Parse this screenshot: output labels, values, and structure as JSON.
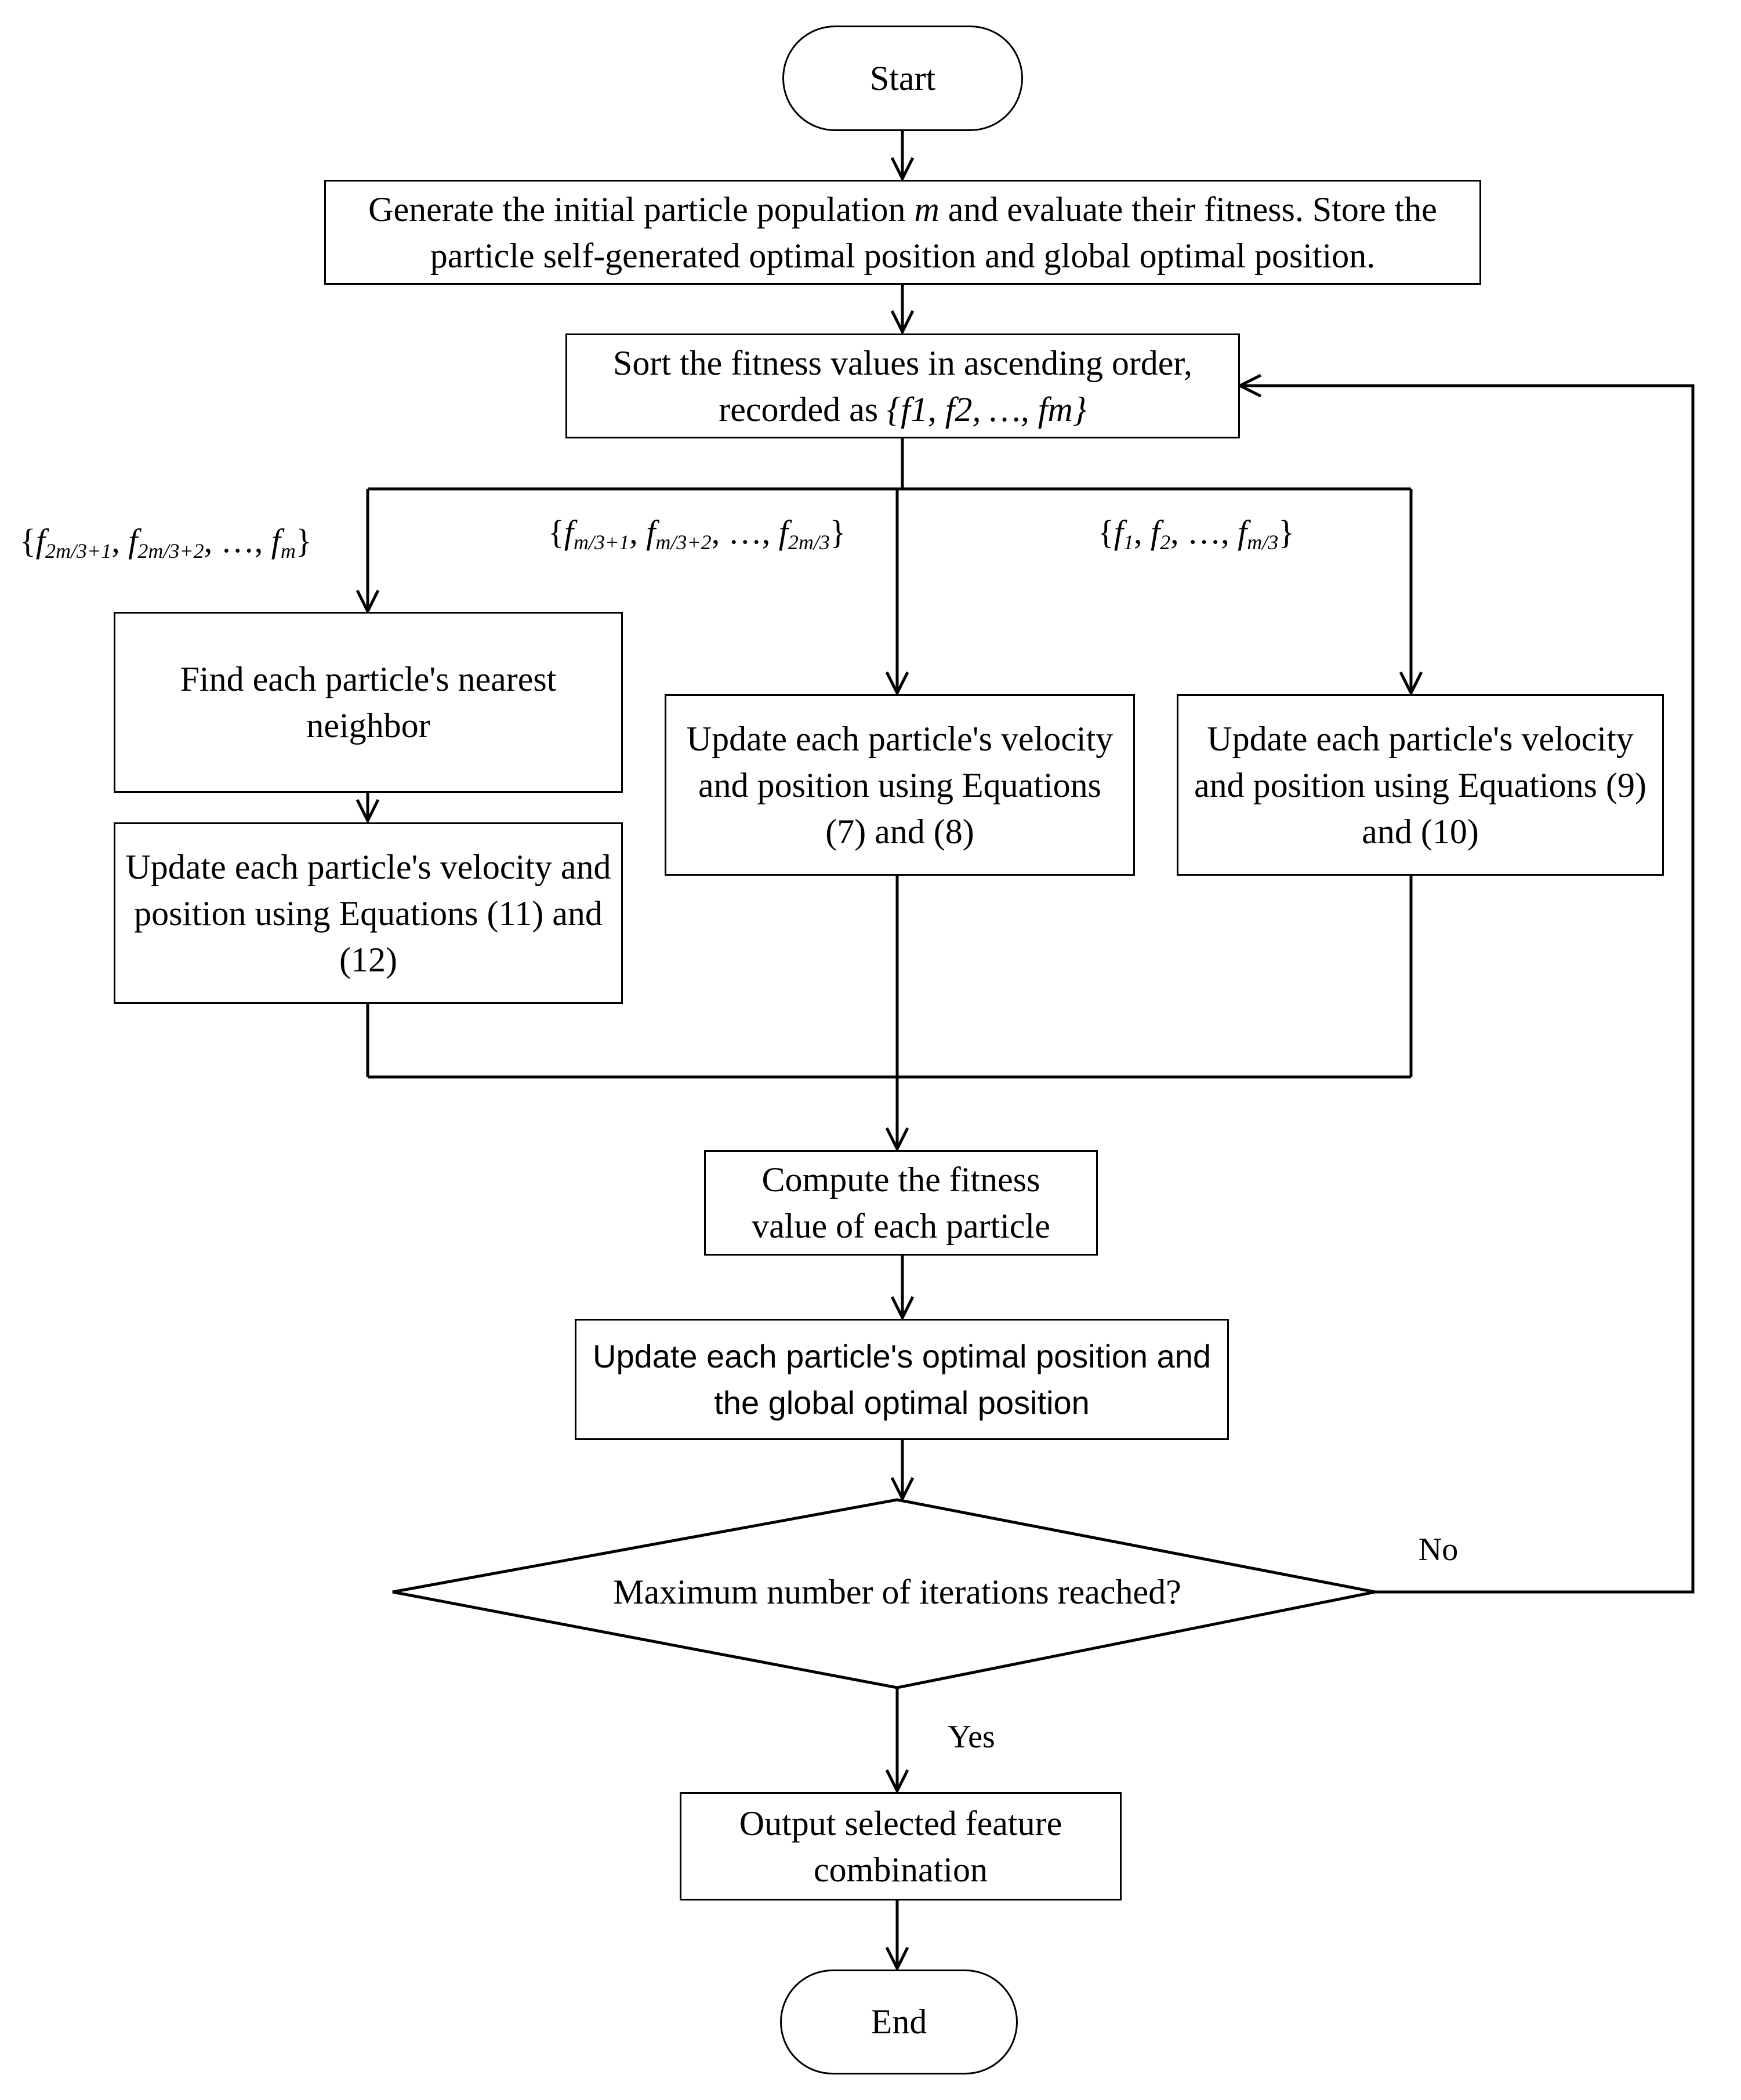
{
  "nodes": {
    "start": "Start",
    "init": "Generate the initial particle population m and evaluate their fitness. Store the particle self-generated optimal position and global optimal position.",
    "init_parts": [
      "Generate the initial particle population ",
      "m",
      " and evaluate their fitness. Store the particle self-generated optimal position and global optimal position."
    ],
    "sort": "Sort the fitness values in ascending order, recorded as {f1, f2, …, fm}",
    "sort_line1": "Sort the fitness values in ascending order,",
    "sort_line2_prefix": "recorded as ",
    "sort_set": "{f1, f2, …, fm}",
    "find_neighbor": "Find each particle's nearest neighbor",
    "update_11_12": "Update each particle's velocity and position using Equations (11) and (12)",
    "update_7_8": "Update each particle's velocity and position using Equations (7) and (8)",
    "update_9_10": "Update each particle's velocity and position using Equations (9) and (10)",
    "compute_fitness": "Compute the fitness value of each particle",
    "update_optimal": "Update each particle's optimal position and the global optimal position",
    "decision": "Maximum number of iterations reached?",
    "output": "Output selected feature combination",
    "end": "End"
  },
  "branch_labels": {
    "left": "{f2m/3+1, f2m/3+2, …, fm}",
    "middle": "{fm/3+1, fm/3+2, …, f2m/3}",
    "right": "{f1, f2, …, fm/3}"
  },
  "edge_labels": {
    "no": "No",
    "yes": "Yes"
  }
}
